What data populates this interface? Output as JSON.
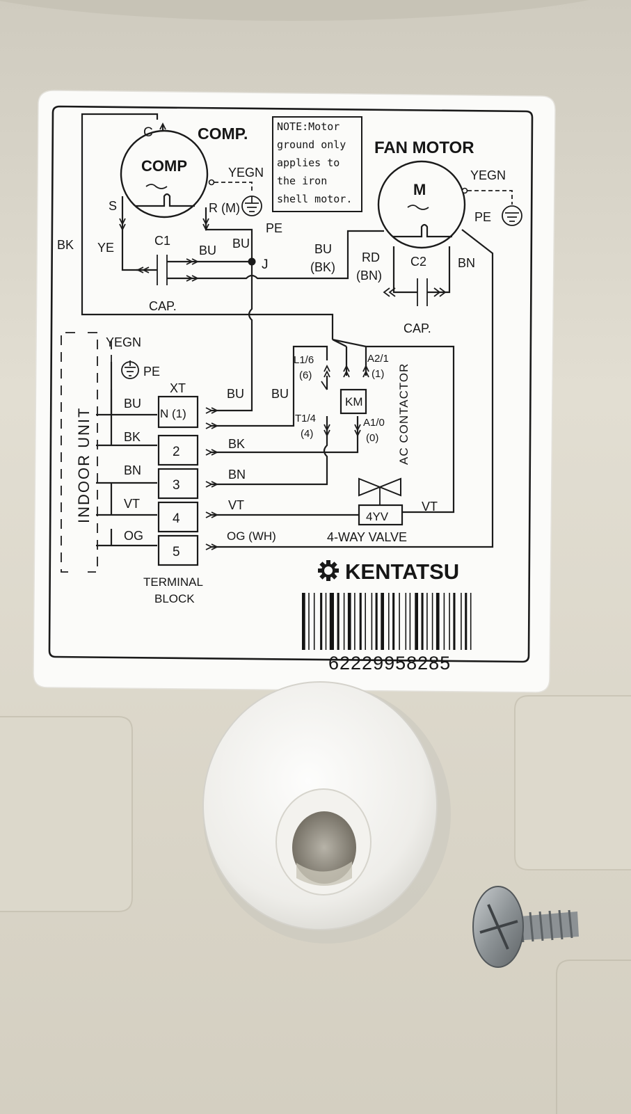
{
  "diagram": {
    "compressor_section": {
      "heading": "COMP.",
      "motor_label": "COMP",
      "terminal_c": "C",
      "terminal_s": "S",
      "terminal_r": "R (M)",
      "ground_label": "YEGN",
      "pe_label": "PE",
      "capacitor_name": "C1",
      "capacitor_caption": "CAP.",
      "wire_ye": "YE",
      "wire_bu_1": "BU",
      "wire_bu_2": "BU",
      "junction": "J",
      "wire_bk": "BK"
    },
    "note": {
      "lines": [
        "NOTE:Motor",
        "ground only",
        "applies to",
        "the iron",
        "shell motor."
      ]
    },
    "fan_section": {
      "heading": "FAN MOTOR",
      "motor_label": "M",
      "ground_label": "YEGN",
      "pe_label": "PE",
      "wire_bu": "BU",
      "wire_bu_alt": "(BK)",
      "wire_rd": "RD",
      "wire_rd_alt": "(BN)",
      "wire_bn": "BN",
      "capacitor_name": "C2",
      "capacitor_caption": "CAP."
    },
    "indoor_unit": {
      "label": "INDOOR UNIT",
      "ground_label": "YEGN",
      "pe_label": "PE",
      "wires": [
        "BU",
        "BK",
        "BN",
        "VT",
        "OG"
      ]
    },
    "terminal_block": {
      "header": "XT",
      "terminals": [
        "N (1)",
        "2",
        "3",
        "4",
        "5"
      ],
      "caption_line1": "TERMINAL",
      "caption_line2": "BLOCK"
    },
    "outgoing_wires": {
      "bu_1": "BU",
      "bu_2": "BU",
      "bk": "BK",
      "bn": "BN",
      "vt": "VT",
      "og": "OG (WH)"
    },
    "contactor": {
      "name": "KM",
      "title": "AC CONTACTOR",
      "l1": "L1/6",
      "l1_num": "(6)",
      "a2": "A2/1",
      "a2_num": "(1)",
      "t1": "T1/4",
      "t1_num": "(4)",
      "a1": "A1/0",
      "a1_num": "(0)"
    },
    "valve": {
      "name": "4YV",
      "caption": "4-WAY VALVE",
      "wire_vt": "VT"
    }
  },
  "brand": {
    "name": "KENTATSU"
  },
  "barcode": {
    "number": "62229958285"
  },
  "colors": {
    "housing": "#d9d4c6",
    "label_bg": "#fbfbf9",
    "ink": "#161616",
    "screw": "#9aa0a2"
  }
}
